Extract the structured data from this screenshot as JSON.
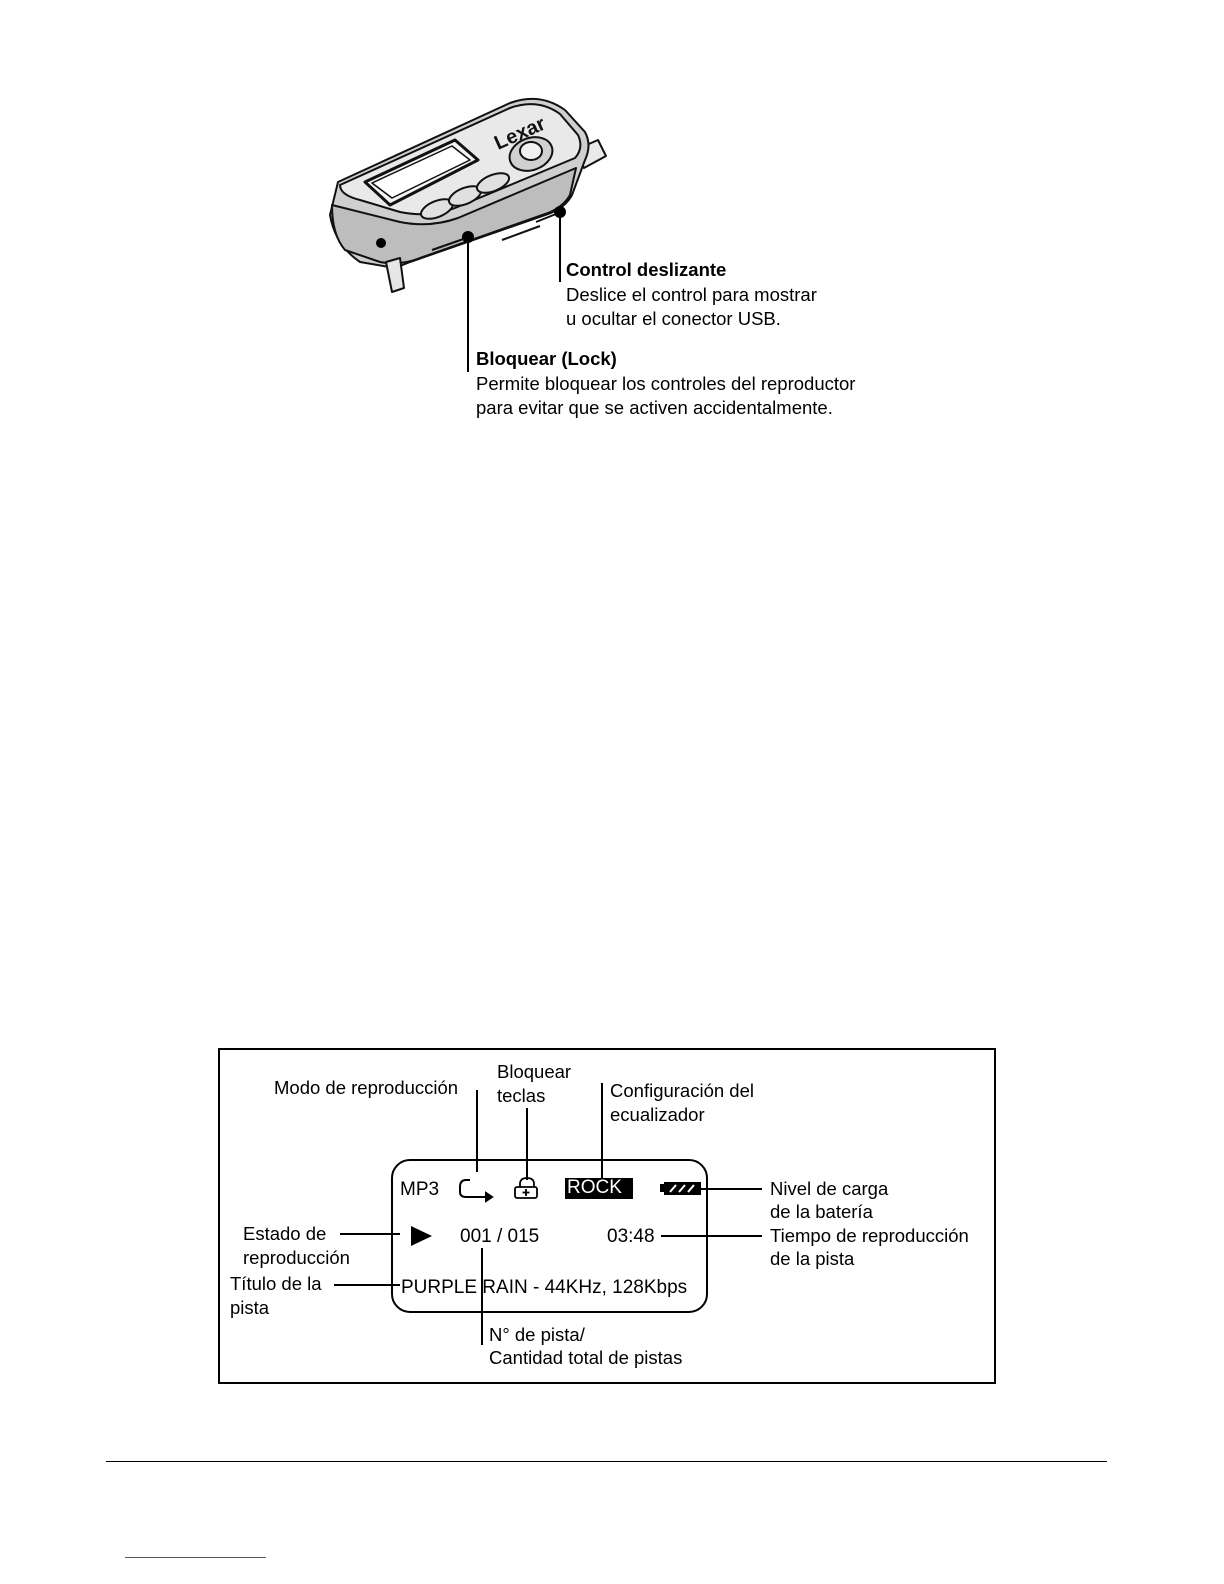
{
  "device": {
    "brand": "Lexar",
    "slide_control": {
      "title": "Control deslizante",
      "line1": "Deslice el control para mostrar",
      "line2": "u ocultar el conector USB."
    },
    "lock": {
      "title": "Bloquear (Lock)",
      "line1": "Permite bloquear los controles del reproductor",
      "line2": "para evitar que se activen accidentalmente."
    }
  },
  "display_diagram": {
    "lcd": {
      "format": "MP3",
      "eq": "ROCK",
      "track": "001 / 015",
      "time": "03:48",
      "title": "PURPLE RAIN - 44KHz, 128Kbps",
      "icons": [
        "repeat-icon",
        "lock-icon",
        "play-icon",
        "battery-icon"
      ]
    },
    "labels": {
      "play_mode": "Modo de reproducción",
      "lock_keys_1": "Bloquear",
      "lock_keys_2": "teclas",
      "eq_1": "Configuración del",
      "eq_2": "ecualizador",
      "battery_1": "Nivel de carga",
      "battery_2": "de la batería",
      "time_1": "Tiempo de reproducción",
      "time_2": "de la pista",
      "state_1": "Estado de",
      "state_2": "reproducción",
      "title_1": "Título de la",
      "title_2": "pista",
      "track_1": "N° de pista/",
      "track_2": "Cantidad total de pistas"
    }
  }
}
